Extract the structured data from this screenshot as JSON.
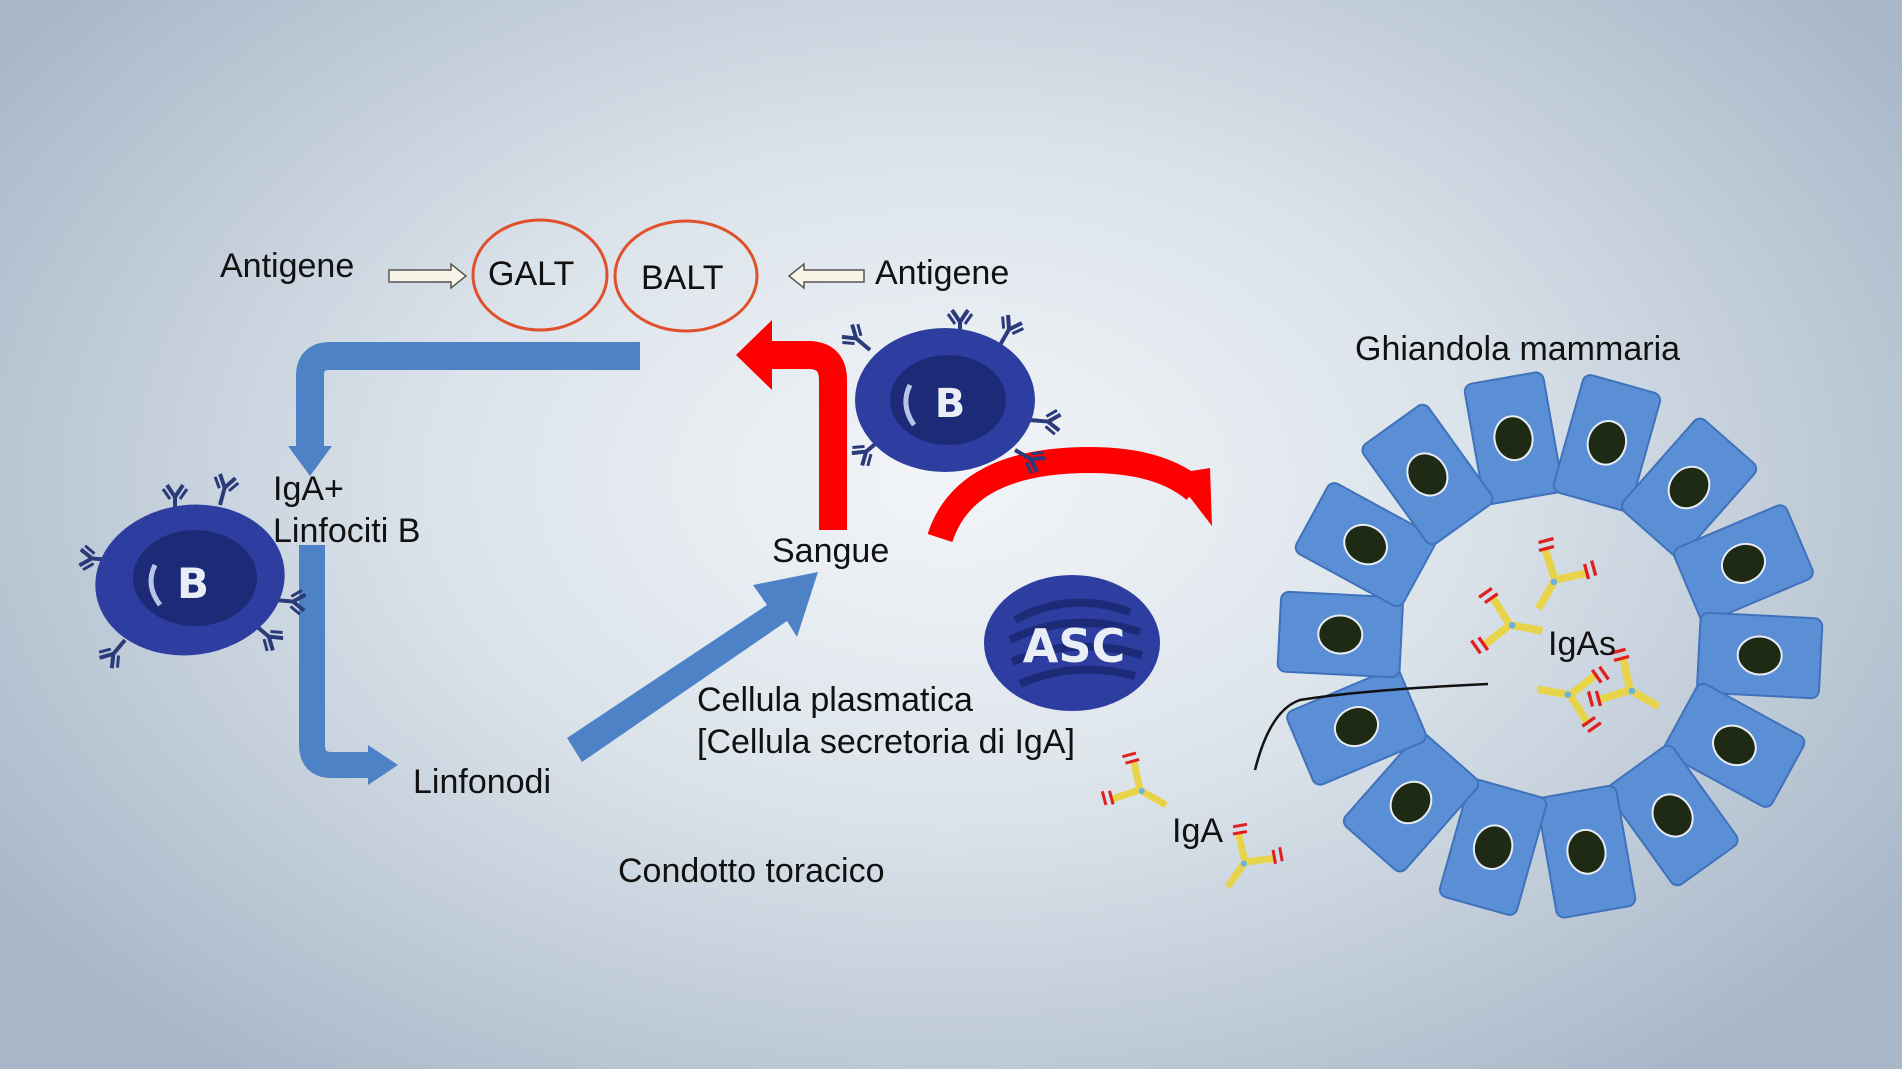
{
  "colors": {
    "blue_arrow": "#4e82c6",
    "red_arrow": "#ff0000",
    "circle_outline": "#e0502c",
    "b_cell": "#2e3ea0",
    "b_cell_nucleus": "#1c2a78",
    "epithelial_cell": "#5a8fd6",
    "cell_nucleus": "#1f2a14",
    "antibody": "#e8d44a",
    "antibody_tips": "#e02020"
  },
  "labels": {
    "antigene_left": "Antigene",
    "galt": "GALT",
    "balt": "BALT",
    "antigene_right": "Antigene",
    "iga_plus_line1": "IgA+",
    "iga_plus_line2": "Linfociti B",
    "sangue": "Sangue",
    "linfonodi": "Linfonodi",
    "cellula_line1": "Cellula plasmatica",
    "cellula_line2": "[Cellula secretoria di IgA]",
    "condotto": "Condotto toracico",
    "ghiandola": "Ghiandola mammaria",
    "igas": "IgAs",
    "iga": "IgA"
  },
  "cell_letters": {
    "b_left": "B",
    "b_top": "B",
    "asc": "ASC"
  }
}
